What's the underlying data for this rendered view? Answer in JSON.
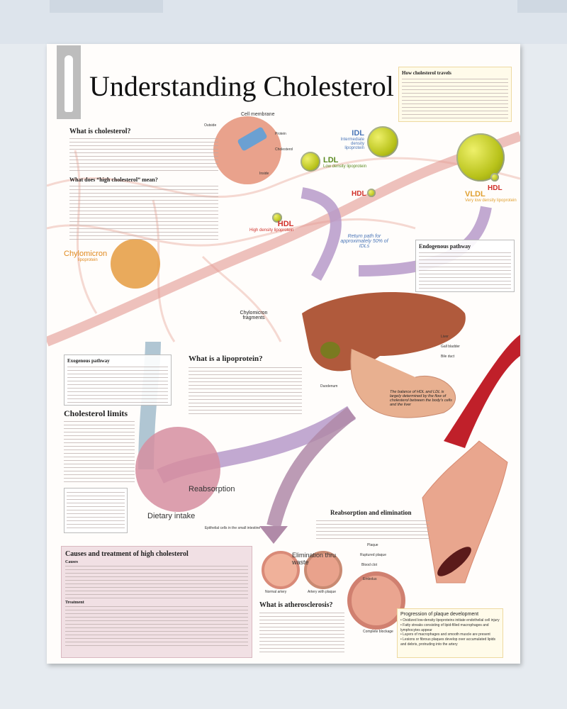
{
  "title": "Understanding Cholesterol",
  "membrane": {
    "title": "Cell membrane",
    "outside": "Outside",
    "protein": "Protein",
    "cholesterol": "Cholesterol",
    "inside": "Inside"
  },
  "lipoproteins": {
    "idl": {
      "abbr": "IDL",
      "name": "Intermediate density lipoprotein"
    },
    "ldl": {
      "abbr": "LDL",
      "name": "Low density lipoprotein"
    },
    "vldl": {
      "abbr": "VLDL",
      "name": "Very low density lipoprotein"
    },
    "hdl": {
      "abbr": "HDL",
      "name": "High density lipoprotein"
    },
    "chylomicron": {
      "abbr": "Chylomicron",
      "name": "lipoprotein"
    }
  },
  "sections": {
    "what_is": "What is cholesterol?",
    "high_mean": "What does “high cholesterol” mean?",
    "travels": "How cholesterol travels",
    "endogenous": "Endogenous pathway",
    "exogenous": "Exogenous pathway",
    "lipoprotein": "What is a lipoprotein?",
    "limits": "Cholesterol limits",
    "reab_elim": "Reabsorption and elimination",
    "athero": "What is atherosclerosis?",
    "causes": "Causes and treatment of high cholesterol",
    "causes_sub": "Causes",
    "treatment_sub": "Treatment"
  },
  "flow": {
    "return_path": "Return path for approximately 50% of IDLs",
    "fragments": "Chylomicron fragments",
    "reabsorption": "Reabsorption",
    "dietary": "Dietary intake",
    "epithelial": "Epithelial cells in the small intestine",
    "elimination": "Elimination thru waste",
    "balance": "The balance of HDL and LDL is largely determined by the flow of cholesterol between the body's cells and the liver"
  },
  "organs": {
    "liver": "Liver",
    "gall": "Gall bladder",
    "bile": "Bile duct",
    "duodenum": "Duodenum"
  },
  "artery": {
    "plaque": "Plaque",
    "ruptured": "Ruptured plaque",
    "clot": "Blood clot",
    "embolus": "Embolus",
    "normal": "Normal artery",
    "with_plaque": "Artery with plaque",
    "blockage": "Complete blockage"
  },
  "progression": {
    "title": "Progression of plaque development",
    "items": [
      "Oxidized low-density lipoproteins initiate endothelial cell injury",
      "Fatty streaks consisting of lipid-filled macrophages and lymphocytes appear",
      "Layers of macrophages and smooth muscle are present",
      "Lesions or fibrous plaques develop over accumulated lipids and debris, protruding into the artery"
    ]
  }
}
